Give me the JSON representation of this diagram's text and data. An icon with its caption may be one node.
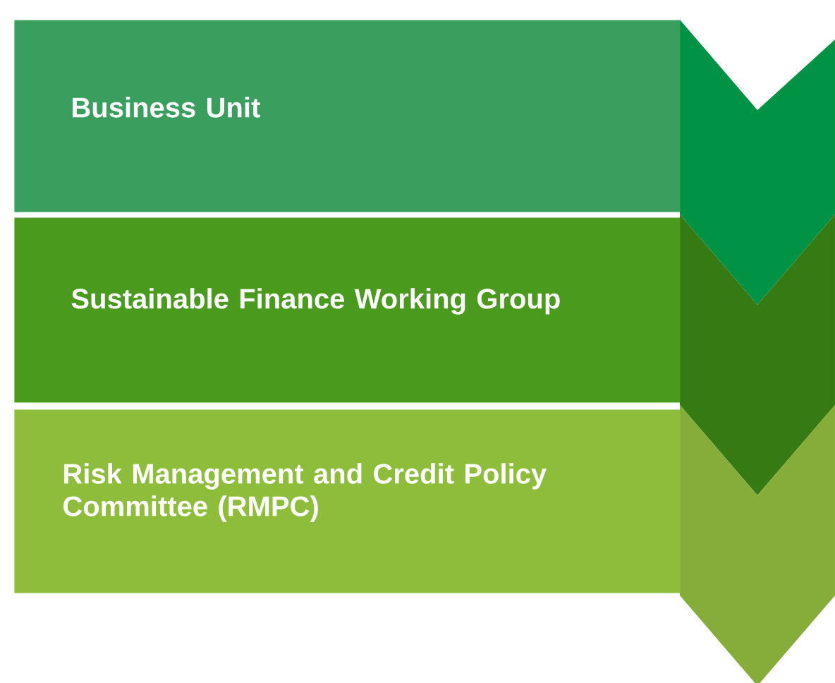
{
  "diagram": {
    "nodes": [
      {
        "text": [
          "Business Unit"
        ]
      },
      {
        "text": [
          "Sustainable Finance Working Group"
        ]
      },
      {
        "text": [
          "Risk Management and Credit Policy Committee (RMPC)"
        ]
      }
    ]
  }
}
